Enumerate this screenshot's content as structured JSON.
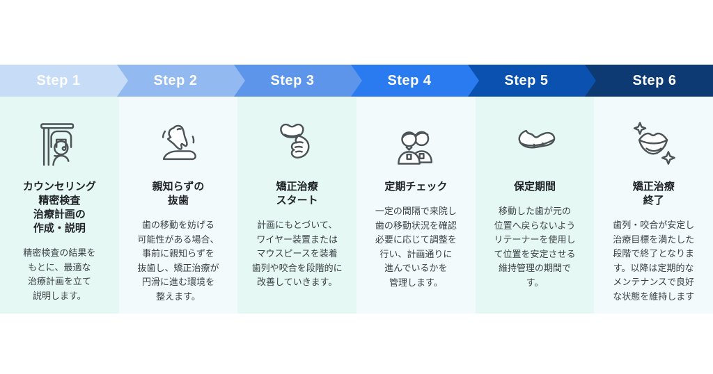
{
  "page": {
    "background": "#ffffff"
  },
  "steps": [
    {
      "label": "Step 1",
      "arrow_color": "#c7dcf7",
      "column_bg": "#e5f8f4",
      "icon": "xray-scanner-icon",
      "title": "カウンセリング\n精密検査\n治療計画の\n作成・説明",
      "description": "精密検査の結果を\nもとに、最適な\n治療計画を立て\n説明します。"
    },
    {
      "label": "Step 2",
      "arrow_color": "#92b9f0",
      "column_bg": "#f3fafc",
      "icon": "wisdom-tooth-icon",
      "title": "親知らずの\n抜歯",
      "description": "歯の移動を妨げる\n可能性がある場合、\n事前に親知らずを\n抜歯し、矯正治療が\n円滑に進む環境を\n整えます。"
    },
    {
      "label": "Step 3",
      "arrow_color": "#5d95eb",
      "column_bg": "#e5f8f4",
      "icon": "aligner-hand-icon",
      "title": "矯正治療\nスタート",
      "description": "計画にもとづいて、\nワイヤー装置または\nマウスピースを装着\n歯列や咬合を段階的に\n改善していきます。"
    },
    {
      "label": "Step 4",
      "arrow_color": "#2b7bf0",
      "column_bg": "#f3fafc",
      "icon": "dentists-icon",
      "title": "定期チェック",
      "description": "一定の間隔で来院し\n歯の移動状況を確認\n必要に応じて調整を\n行い、計画通りに\n進んでいるかを\n管理します。"
    },
    {
      "label": "Step 5",
      "arrow_color": "#0a51b0",
      "column_bg": "#e5f8f4",
      "icon": "retainer-icon",
      "title": "保定期間",
      "description": "移動した歯が元の\n位置へ戻らないよう\nリテーナーを使用し\nて位置を安定させる\n維持管理の期間で\nす。"
    },
    {
      "label": "Step 6",
      "arrow_color": "#0e3a74",
      "column_bg": "#f3fafc",
      "icon": "smile-sparkle-icon",
      "title": "矯正治療\n終了",
      "description": "歯列・咬合が安定し\n治療目標を満たした\n段階で終了となりま\nす。以降は定期的な\nメンテナンスで良好\nな状態を維持します"
    }
  ]
}
